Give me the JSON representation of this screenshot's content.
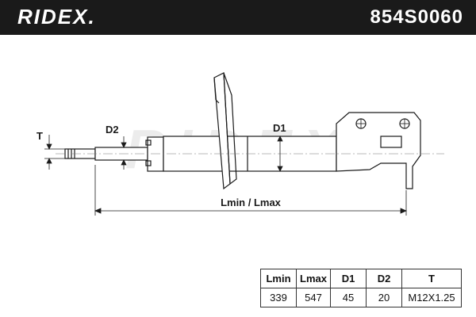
{
  "header": {
    "brand": "RIDEX.",
    "part_number": "854S0060"
  },
  "diagram_labels": {
    "t": "T",
    "d2": "D2",
    "d1": "D1",
    "length": "Lmin / Lmax",
    "watermark": "RIDEX"
  },
  "spec_table": {
    "headers": [
      "Lmin",
      "Lmax",
      "D1",
      "D2",
      "T"
    ],
    "values": [
      "339",
      "547",
      "45",
      "20",
      "M12X1.25"
    ]
  },
  "colors": {
    "header_bg": "#1a1a1a",
    "line": "#1a1a1a",
    "watermark": "#e6e6e6"
  }
}
